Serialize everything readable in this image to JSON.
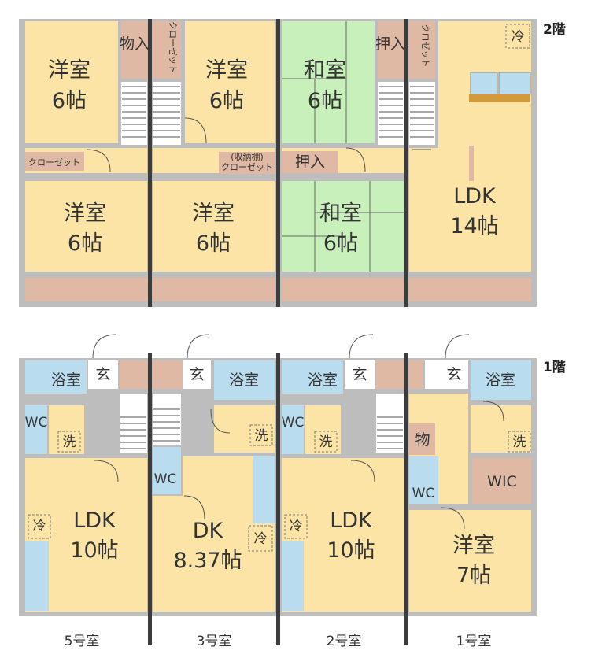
{
  "floors": {
    "second": "2階",
    "first": "1階"
  },
  "units": [
    "5号室",
    "3号室",
    "2号室",
    "1号室"
  ],
  "colors": {
    "western_room": "#fbe4a6",
    "japanese_room": "#c7f0ba",
    "storage": "#dfb9a3",
    "wet_area": "#b9dcef",
    "wall": "#8c8c8c",
    "party_wall": "#3c3c3c",
    "hall": "#fbe4a6"
  },
  "second_floor": {
    "youshitsu": "洋室",
    "washitsu": "和室",
    "size_6": "6帖",
    "ldk": "LDK",
    "ldk_size": "14帖",
    "monoire": "物入",
    "oshiire": "押入",
    "closet": "クローゼット",
    "closet_vertical": "クローゼット",
    "closet_short": "クロゼット",
    "shuunou": "(収納棚)",
    "fridge": "冷"
  },
  "first_floor": {
    "bath": "浴室",
    "entrance": "玄",
    "wc": "WC",
    "laundry": "洗",
    "fridge": "冷",
    "ldk": "LDK",
    "ldk_size": "10帖",
    "dk": "DK",
    "dk_size": "8.37帖",
    "monoire": "物",
    "wic": "WIC",
    "youshitsu": "洋室",
    "youshitsu_size": "7帖"
  }
}
